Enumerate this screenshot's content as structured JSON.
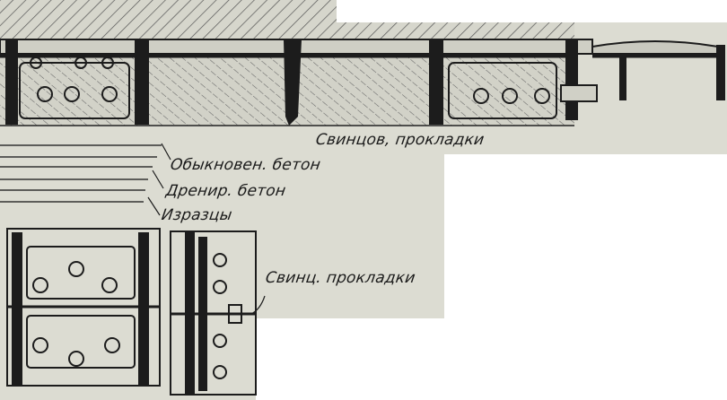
{
  "labels": {
    "lead_gaskets_top": "Свинцов, прокладки",
    "ordinary_concrete": "Обыкновен. бетон",
    "drainage_concrete": "Дренир. бетон",
    "tiles": "Изразцы",
    "lead_gaskets_bottom": "Свинц. прокладки"
  },
  "colors": {
    "paper": "#dcdcd2",
    "ink": "#1c1c1c"
  }
}
